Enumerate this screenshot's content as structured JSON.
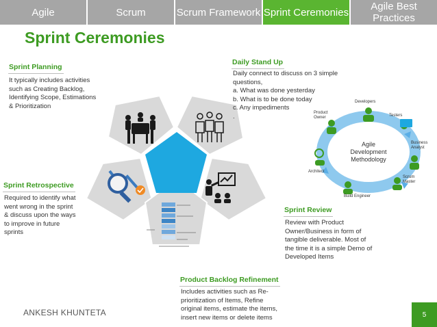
{
  "tabs": [
    {
      "label": "Agile",
      "active": false
    },
    {
      "label": "Scrum",
      "active": false
    },
    {
      "label": "Scrum Framework",
      "active": false
    },
    {
      "label": "Sprint Ceremonies",
      "active": true
    },
    {
      "label": "Agile Best Practices",
      "active": false
    }
  ],
  "title": "Sprint Ceremonies",
  "ceremonies": {
    "planning": {
      "heading": "Sprint Planning",
      "text": "It typically includes activities such as Creating Backlog, Identifying Scope, Estimations & Prioritization"
    },
    "standup": {
      "heading": "Daily Stand Up",
      "lines": [
        "Daily connect to discuss on 3 simple questions,",
        "a. What was done yesterday",
        "b. What is to be done today",
        "c. Any impediments",
        "."
      ]
    },
    "retro": {
      "heading": "Sprint Retrospective",
      "text": "Required to identify what went wrong in the sprint & discuss upon the ways to improve in future sprints"
    },
    "review": {
      "heading": "Sprint Review",
      "text": "Review with Product Owner/Business in form of tangible deliverable. Most of the time it is a simple Demo of Developed Items"
    },
    "backlog": {
      "heading": "Product Backlog Refinement",
      "text": "Includes activities such as Re-prioritization of Items, Refine original items, estimate the items, insert new items or delete items"
    }
  },
  "cycle": {
    "center": "Agile Development Methodology",
    "roles": {
      "developers": "Developers",
      "testers": "Testers",
      "business_analyst": "Business Analyst",
      "scrum_master": "Scrum Master",
      "build_engineer": "Build Engineer",
      "architect": "Architect",
      "product_owner": "Product Owner"
    }
  },
  "footer": {
    "author": "ANKESH KHUNTETA",
    "page": "5"
  },
  "colors": {
    "accent_green": "#3d9b22",
    "tab_active": "#5ab531",
    "tab_inactive": "#a6a6a6",
    "pentagon_blue": "#1ea8e0",
    "petal_gray": "#d9d9d9"
  }
}
